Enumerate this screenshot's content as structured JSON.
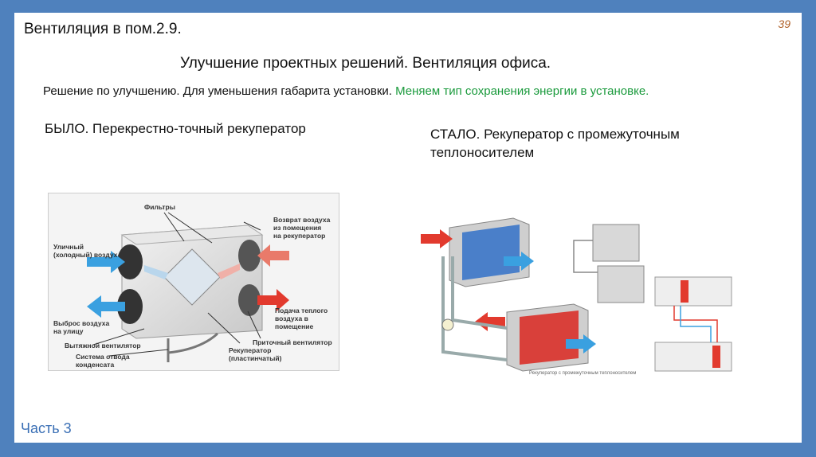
{
  "page_number": "39",
  "title": "Вентиляция в пом.2.9.",
  "subtitle": "Улучшение проектных решений. Вентиляция офиса.",
  "description": {
    "main": "Решение по улучшению. Для уменьшения габарита установки.",
    "highlight": "Меняем тип сохранения энергии в установке."
  },
  "before_label": "БЫЛО. Перекрестно-точный рекуператор",
  "after_label": "СТАЛО. Рекуператор с промежуточным теплоносителем",
  "left_diagram": {
    "filters": "Фильтры",
    "outside_air": [
      "Уличный",
      "(холодный) воздух"
    ],
    "return_air": [
      "Возврат воздуха",
      "из помещения",
      "на рекуператор"
    ],
    "supply_warm": [
      "Подача теплого",
      "воздуха в",
      "помещение"
    ],
    "exhaust_out": [
      "Выброс воздуха",
      "на улицу"
    ],
    "exhaust_fan": "Вытяжной вентилятор",
    "drain": [
      "Система отвода",
      "конденсата"
    ],
    "recuperator": [
      "Рекуператор",
      "(пластинчатый)"
    ],
    "supply_fan": "Приточный вентилятор"
  },
  "right_caption": "Рекуператор с промежуточным теплоносителем",
  "footer": "Часть 3",
  "colors": {
    "frame": "#4f81bd",
    "highlight": "#1a9a3c",
    "page_number": "#b0622a",
    "footer": "#3a6fb5",
    "hot_arrow": "#e23a2e",
    "cold_arrow": "#3aa0e0"
  }
}
